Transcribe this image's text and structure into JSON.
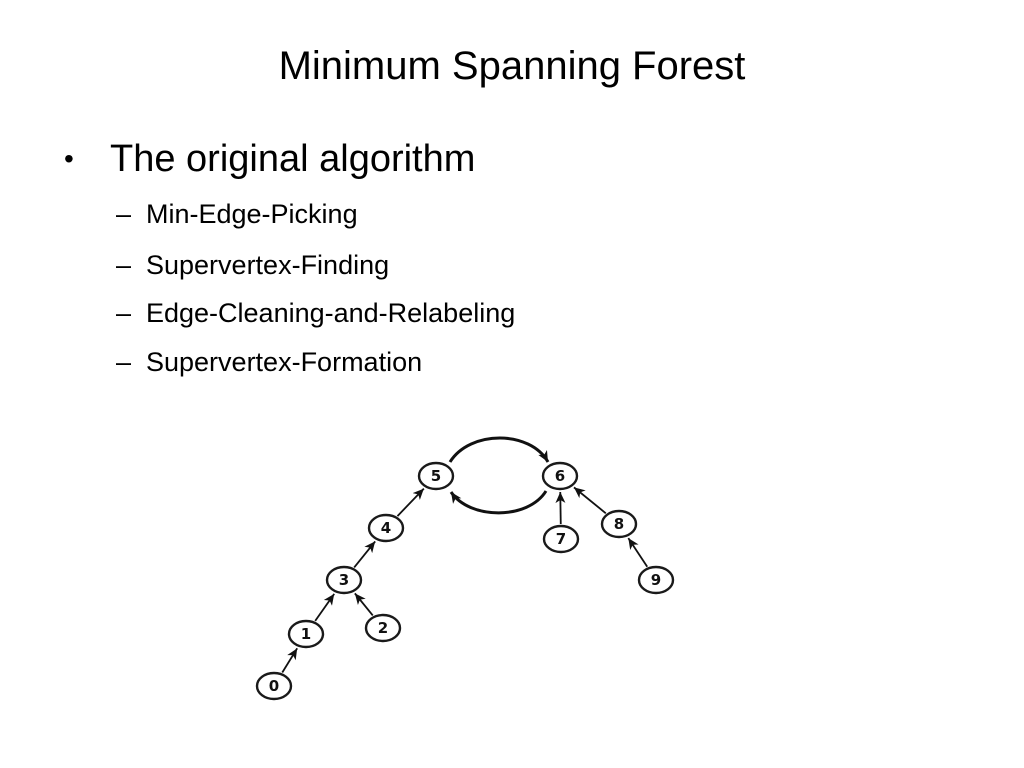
{
  "slide": {
    "title": "Minimum Spanning Forest",
    "bullet": {
      "symbol": "•",
      "text": "The original algorithm"
    },
    "sub_items": [
      {
        "dash": "–",
        "text": "Min-Edge-Picking"
      },
      {
        "dash": "–",
        "text": "Supervertex-Finding"
      },
      {
        "dash": "–",
        "text": "Edge-Cleaning-and-Relabeling"
      },
      {
        "dash": "–",
        "text": "Supervertex-Formation"
      }
    ]
  },
  "graph": {
    "nodes": [
      "0",
      "1",
      "2",
      "3",
      "4",
      "5",
      "6",
      "7",
      "8",
      "9"
    ],
    "edges": [
      {
        "from": "0",
        "to": "1"
      },
      {
        "from": "1",
        "to": "3"
      },
      {
        "from": "2",
        "to": "3"
      },
      {
        "from": "3",
        "to": "4"
      },
      {
        "from": "4",
        "to": "5"
      },
      {
        "from": "7",
        "to": "6"
      },
      {
        "from": "8",
        "to": "6"
      },
      {
        "from": "9",
        "to": "8"
      },
      {
        "from": "5",
        "to": "6"
      },
      {
        "from": "6",
        "to": "5"
      }
    ]
  }
}
